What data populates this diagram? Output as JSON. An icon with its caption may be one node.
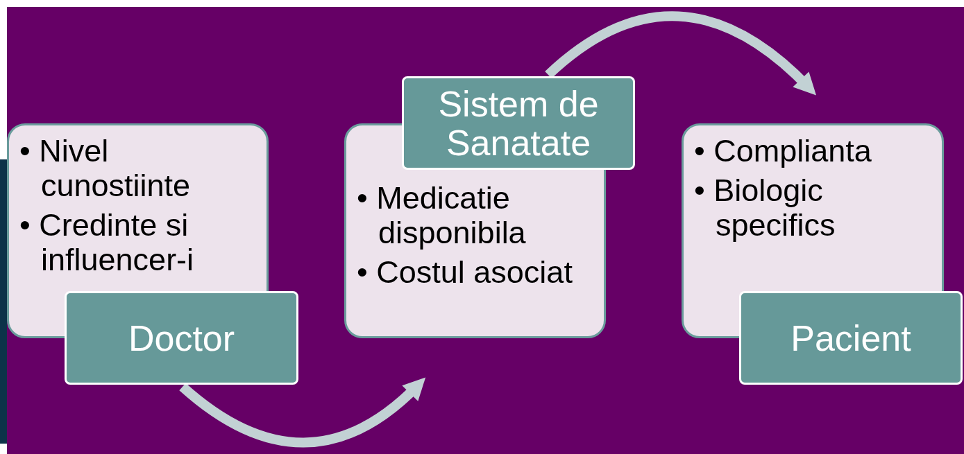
{
  "diagram": {
    "nodes": [
      {
        "text": [
          "• Nivel cunostiinte",
          "• Credinte si influencer-i"
        ]
      },
      {
        "text": [
          "Doctor"
        ]
      },
      {
        "text": [
          "• Medicatie disponibila",
          "• Costul asociat"
        ]
      },
      {
        "text": [
          "Sistem de Sanatate"
        ]
      },
      {
        "text": [
          "• Complianta",
          "• Biologic specifics"
        ]
      },
      {
        "text": [
          "Pacient"
        ]
      }
    ],
    "edges": [
      {
        "from": 1,
        "to": 2,
        "arrow": "to"
      },
      {
        "from": 3,
        "to": 4,
        "arrow": "to"
      }
    ]
  }
}
